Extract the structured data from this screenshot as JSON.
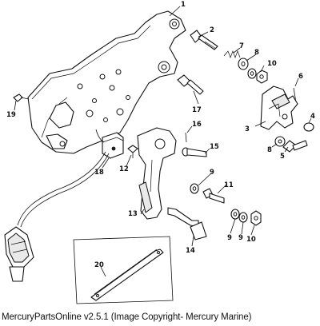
{
  "callouts": {
    "c1": "1",
    "c2": "2",
    "c3": "3",
    "c4": "4",
    "c5": "5",
    "c6": "6",
    "c7": "7",
    "c8a": "8",
    "c8b": "8",
    "c9a": "9",
    "c9b": "9",
    "c9c": "9",
    "c10a": "10",
    "c10b": "10",
    "c11": "11",
    "c12": "12",
    "c13": "13",
    "c14": "14",
    "c15": "15",
    "c16": "16",
    "c17": "17",
    "c18": "18",
    "c19": "19",
    "c20": "20"
  },
  "footer": {
    "caption": "MercuryPartsOnline v2.5.1 (Image Copyright- Mercury Marine)"
  }
}
